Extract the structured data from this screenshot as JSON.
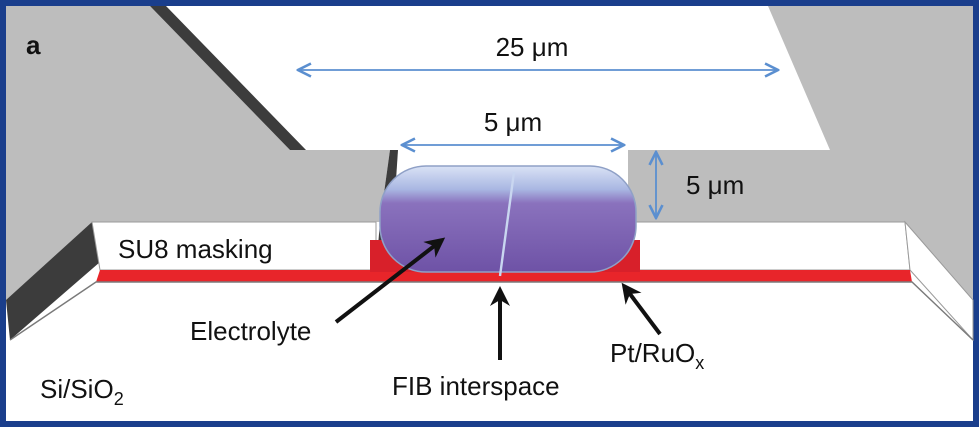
{
  "panel_label": "a",
  "dimensions": {
    "top_width": "25 μm",
    "channel_width": "5 μm",
    "channel_depth": "5 μm"
  },
  "labels": {
    "masking": "SU8 masking",
    "electrolyte": "Electrolyte",
    "fib": "FIB interspace",
    "electrode_main": "Pt/RuO",
    "electrode_sub": "x",
    "substrate_main": "Si/SiO",
    "substrate_sub": "2"
  },
  "colors": {
    "border": "#1a3e8c",
    "su8_top": "#bdbdbd",
    "su8_side": "#ffffff",
    "shadow": "#3c3c3c",
    "electrode": "#e8252a",
    "electrolyte": "#7a5fae",
    "electrolyte_top": "#c7d4ef",
    "dimension_arrow": "#5b8fd0"
  }
}
